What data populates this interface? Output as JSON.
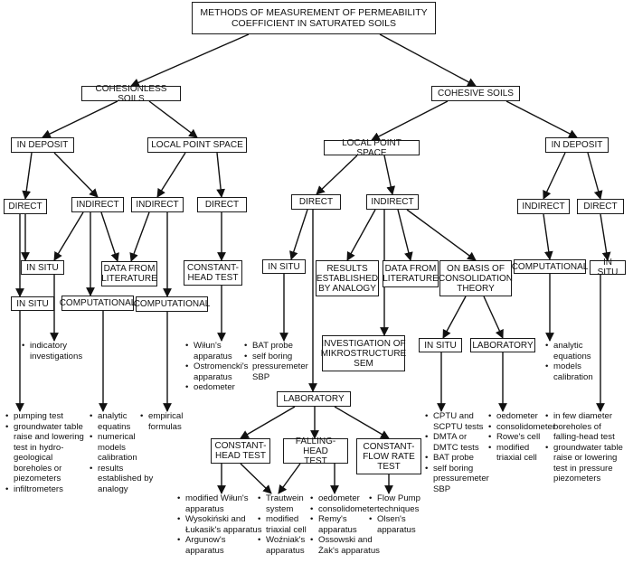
{
  "title": "METHODS OF MEASUREMENT OF PERMEABILITY\nCOEFFICIENT IN SATURATED SOILS",
  "nodes": {
    "cohesionless": "COHESIONLESS SOILS",
    "cohesive": "COHESIVE SOILS",
    "cl_in_deposit": "IN DEPOSIT",
    "cl_local_point": "LOCAL POINT SPACE",
    "ch_local_point": "LOCAL POINT SPACE",
    "ch_in_deposit": "IN DEPOSIT",
    "cl_dep_direct": "DIRECT",
    "cl_dep_indirect": "INDIRECT",
    "cl_lp_indirect": "INDIRECT",
    "cl_lp_direct": "DIRECT",
    "ch_lp_direct": "DIRECT",
    "ch_lp_indirect": "INDIRECT",
    "ch_dep_indirect": "INDIRECT",
    "ch_dep_direct": "DIRECT",
    "cl_insitu_a": "IN SITU",
    "cl_data_lit": "DATA FROM\nLITERATURE",
    "cl_const_head": "CONSTANT-\nHEAD TEST",
    "cl_insitu_b": "IN SITU",
    "cl_comp_a": "COMPUTATIONAL",
    "cl_comp_b": "COMPUTATIONAL",
    "ch_insitu": "IN SITU",
    "ch_results_analogy": "RESULTS\nESTABLISHED\nBY ANALOGY",
    "ch_data_lit": "DATA  FROM\nLITERATURE",
    "ch_consolidation": "ON BASIS OF\nCONSOLIDATION\nTHEORY",
    "ch_computational": "COMPUTATIONAL",
    "ch_dep_insitu": "IN SITU",
    "ch_mikrostructure": "INVESTIGATION OF\nMIKROSTRUCTURE\nSEM",
    "ch_cons_insitu": "IN SITU",
    "ch_cons_lab": "LABORATORY",
    "laboratory": "LABORATORY",
    "lab_const_head": "CONSTANT-\nHEAD TEST",
    "lab_falling_head": "FALLING-HEAD\nTEST",
    "lab_const_flow": "CONSTANT-\nFLOW RATE\nTEST"
  },
  "lists": {
    "indicatory": [
      "indicatory\ninvestigations"
    ],
    "pumping": [
      "pumping test",
      "groundwater table\nraise and lowering\ntest in hydro-\ngeological\nboreholes or\npiezometers",
      "infiltrometers"
    ],
    "analytic": [
      "analytic\nequatins",
      "numerical\nmodels\ncalibration",
      "results\nestablished by\nanalogy"
    ],
    "empirical": [
      "empirical\nformulas"
    ],
    "wilun": [
      "Wiłun's\napparatus",
      "Ostromencki's\napparatus",
      "oedometer"
    ],
    "bat": [
      "BAT probe",
      "self boring\npressuremeter\nSBP"
    ],
    "cptu": [
      "CPTU and\nSCPTU tests",
      "DMTA or\nDMTC tests",
      "BAT probe",
      "self boring\npressuremeter\nSBP"
    ],
    "oedometer_r": [
      "oedometer",
      "consolidometer",
      "Rowe's cell",
      "modified\ntriaxial cell"
    ],
    "analytic_r": [
      "analytic\nequations",
      "models\ncalibration"
    ],
    "few_diam": [
      "in few diameter\nboreholes of\nfalling-head test",
      "groundwater table\nraise or lowering\ntest in pressure\npiezometers"
    ],
    "mod_wilun": [
      "modified Wiłun's\napparatus",
      "Wysokiński and\nŁukasik's apparatus",
      "Argunow's\napparatus"
    ],
    "trautwein": [
      "Trautwein\nsystem",
      "modified\ntriaxial cell",
      "Woźniak's\napparatus"
    ],
    "oedometer_b": [
      "oedometer",
      "consolidometer",
      "Remy's\napparatus",
      "Ossowski and\nŻak's apparatus"
    ],
    "flowpump": [
      "Flow Pump\ntechniques",
      "Olsen's\napparatus"
    ]
  }
}
